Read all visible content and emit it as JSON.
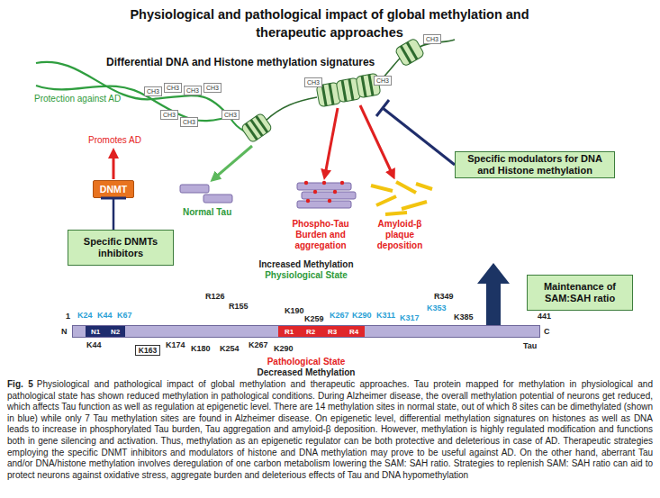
{
  "diagram": {
    "title": "Physiological and pathological impact of global methylation and therapeutic approaches",
    "caption": "Physiological and pathological impact of global methylation and therapeutic approaches. Tau protein mapped for methylation in physiological and pathological state has shown reduced methylation in pathological conditions. During Alzheimer disease, the overall methylation potential of neurons get reduced, which affects Tau function as well as regulation at epigenetic level. There are 14 methylation sites in normal state, out of which 8 sites can be dimethylated (shown in blue) while only 7 Tau methylation sites are found in Alzheimer disease. On epigenetic level, differential methylation signatures on histones as well as DNA leads to increase in phosphorylated Tau burden, Tau aggregation and amyloid-β deposition. However, methylation is highly regulated modification and functions both in gene silencing and activation. Thus, methylation as an epigenetic regulator can be both protective and deleterious in case of AD. Therapeutic strategies employing the specific DNMT inhibitors and modulators of histone and DNA methylation may prove to be useful against AD. On the other hand, aberrant Tau and/or DNA/histone methylation involves deregulation of one carbon metabolism lowering the SAM: SAH ratio. Strategies to replenish SAM: SAH ratio can aid to protect neurons against oxidative stress, aggregate burden and deleterious effects of Tau and DNA hypomethylation",
    "nodes": [
      {
        "text": [
          "CH3"
        ]
      },
      {
        "text": [
          "CH3"
        ]
      },
      {
        "text": [
          "CH3"
        ]
      },
      {
        "text": [
          "CH3"
        ]
      },
      {
        "text": [
          "CH3"
        ]
      },
      {
        "text": [
          "CH3"
        ]
      },
      {
        "text": [
          "CH3"
        ]
      },
      {
        "text": [
          "CH3"
        ]
      },
      {
        "text": [
          "CH3"
        ]
      },
      {
        "text": [
          "CH3"
        ]
      },
      {
        "text": [
          "Specific modulators for DNA and Histone methylation"
        ]
      },
      {
        "text": [
          "DNMT"
        ]
      },
      {
        "text": [
          "Specific DNMTs inhibitors"
        ]
      },
      {
        "text": [
          "Maintenance of SAM:SAH ratio"
        ]
      },
      {
        "text": [
          "Tau"
        ]
      },
      {
        "text": [
          "N1"
        ],
        "in": 14
      },
      {
        "text": [
          "N2"
        ],
        "in": 14
      },
      {
        "text": [
          "R1"
        ],
        "in": 14
      },
      {
        "text": [
          "R2"
        ],
        "in": 14
      },
      {
        "text": [
          "R3"
        ],
        "in": 14
      },
      {
        "text": [
          "R4"
        ],
        "in": 14
      },
      {
        "text": [
          "K163"
        ]
      }
    ],
    "edges": [
      {
        "from": 12,
        "to": 11,
        "arrow": "to"
      }
    ],
    "labels": [
      "Differential DNA and Histone methylation signatures",
      "Protection against AD",
      "Promotes AD",
      "Normal Tau",
      "Phospho-Tau Burden and aggregation",
      "Amyloid-β plaque deposition",
      "Increased Methylation",
      "Physiological State",
      "1",
      "N",
      "441",
      "C",
      "K24",
      "K44",
      "K67",
      "R126",
      "R155",
      "K190",
      "K259",
      "K267",
      "K290",
      "K311",
      "K317",
      "R349",
      "K353",
      "K385",
      "K44",
      "K174",
      "K180",
      "K254",
      "K267",
      "K290",
      "Pathological State",
      "Decreased Methylation",
      "Fig. 5"
    ]
  }
}
